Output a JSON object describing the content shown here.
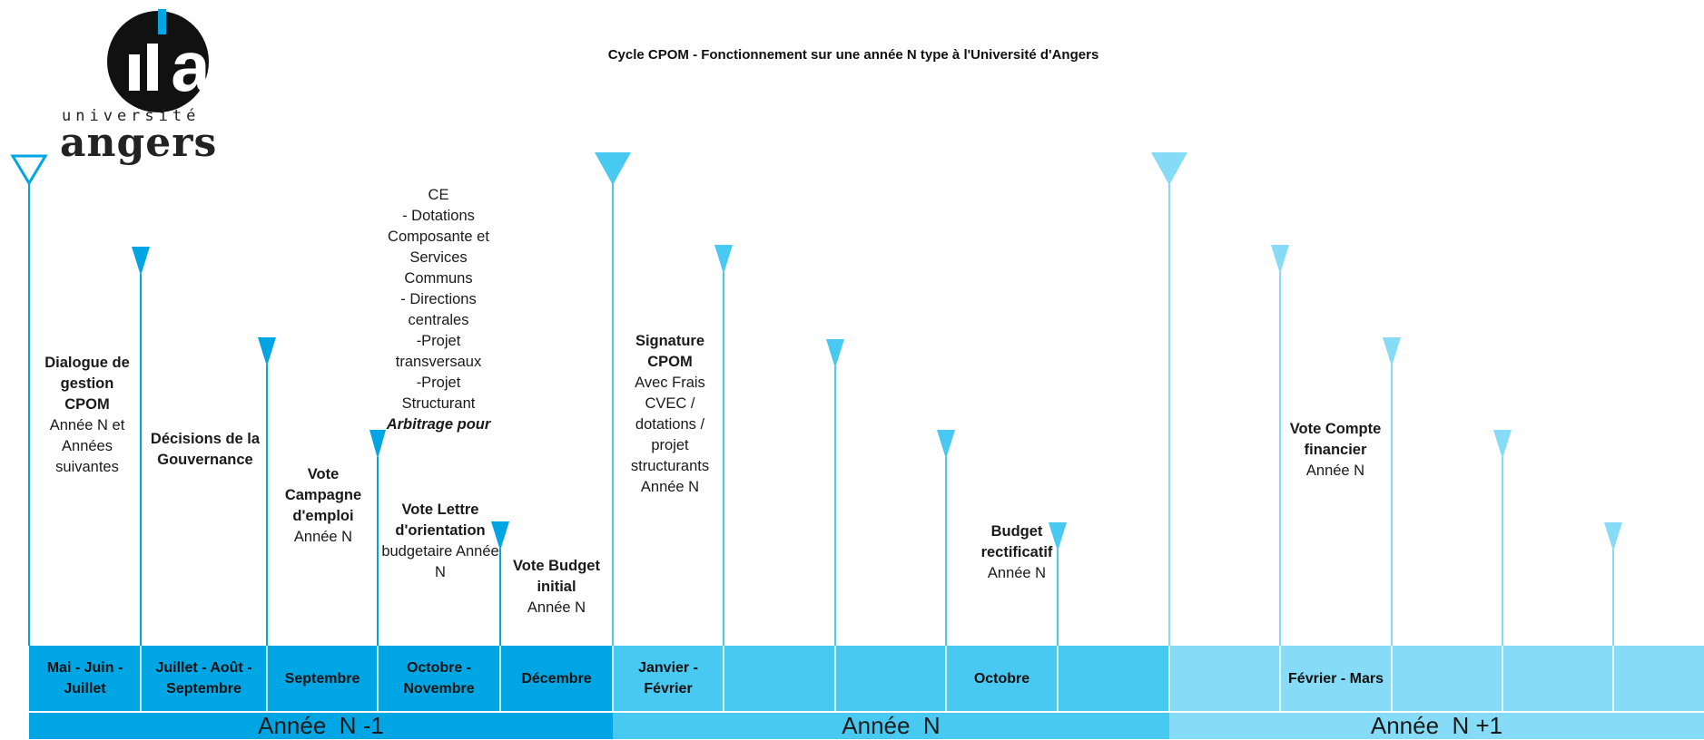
{
  "logo": {
    "line1": "université",
    "line2": "angers"
  },
  "title": "Cycle CPOM - Fonctionnement sur une année N type à l'Université d'Angers",
  "colors": {
    "year_n_minus_1": "#00a6e4",
    "year_n": "#47c9f2",
    "year_n_plus_1": "#86dcf7",
    "logo_black": "#111111",
    "logo_accent": "#00a6e4"
  },
  "events": [
    {
      "title": "Dialogue de gestion CPOM",
      "detail": "Année N et Années suivantes"
    },
    {
      "title": "Décisions de la Gouvernance",
      "detail": ""
    },
    {
      "title": "Vote Campagne d'emploi",
      "detail": "Année N"
    },
    {
      "intro": "CE",
      "lines": [
        "- Dotations Composante et Services Communs",
        "- Directions centrales",
        "-Projet transversaux",
        "-Projet Structurant"
      ],
      "emphasis": "Arbitrage pour"
    },
    {
      "title": "Vote Lettre d'orientation",
      "detail": "budgetaire Année N"
    },
    {
      "title": "Vote Budget initial",
      "detail": "Année N"
    },
    {
      "title": "Signature CPOM",
      "detail": "Avec Frais CVEC / dotations / projet structurants Année N"
    },
    {
      "title": "Budget rectificatif",
      "detail": "Année N"
    },
    {
      "title": "Vote Compte financier",
      "detail": "Année N"
    }
  ],
  "months": [
    "Mai - Juin - Juillet",
    "Juillet - Août - Septembre",
    "Septembre",
    "Octobre - Novembre",
    "Décembre",
    "Janvier - Février",
    "",
    "",
    "Octobre",
    "",
    "",
    "Février - Mars",
    "",
    "",
    ""
  ],
  "years": [
    "Année  N -1",
    "Année  N",
    "Année  N +1"
  ]
}
